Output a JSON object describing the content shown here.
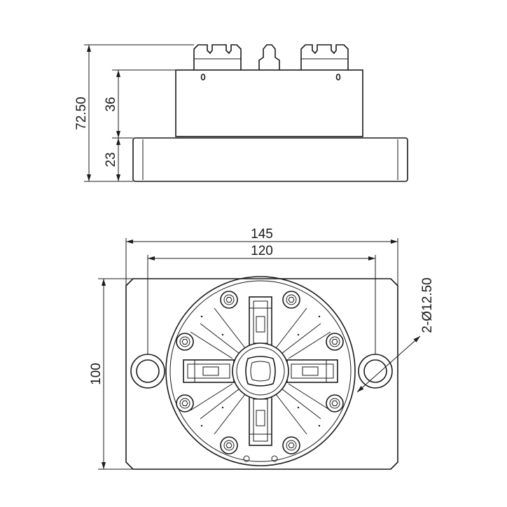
{
  "drawing": {
    "side_view": {
      "total_height_label": "72.50",
      "upper_block_height_label": "36",
      "base_height_label": "23"
    },
    "top_view": {
      "overall_width_label": "145",
      "hole_spacing_label": "120",
      "overall_depth_label": "100",
      "hole_callout_label": "2-Ø12.50"
    }
  }
}
